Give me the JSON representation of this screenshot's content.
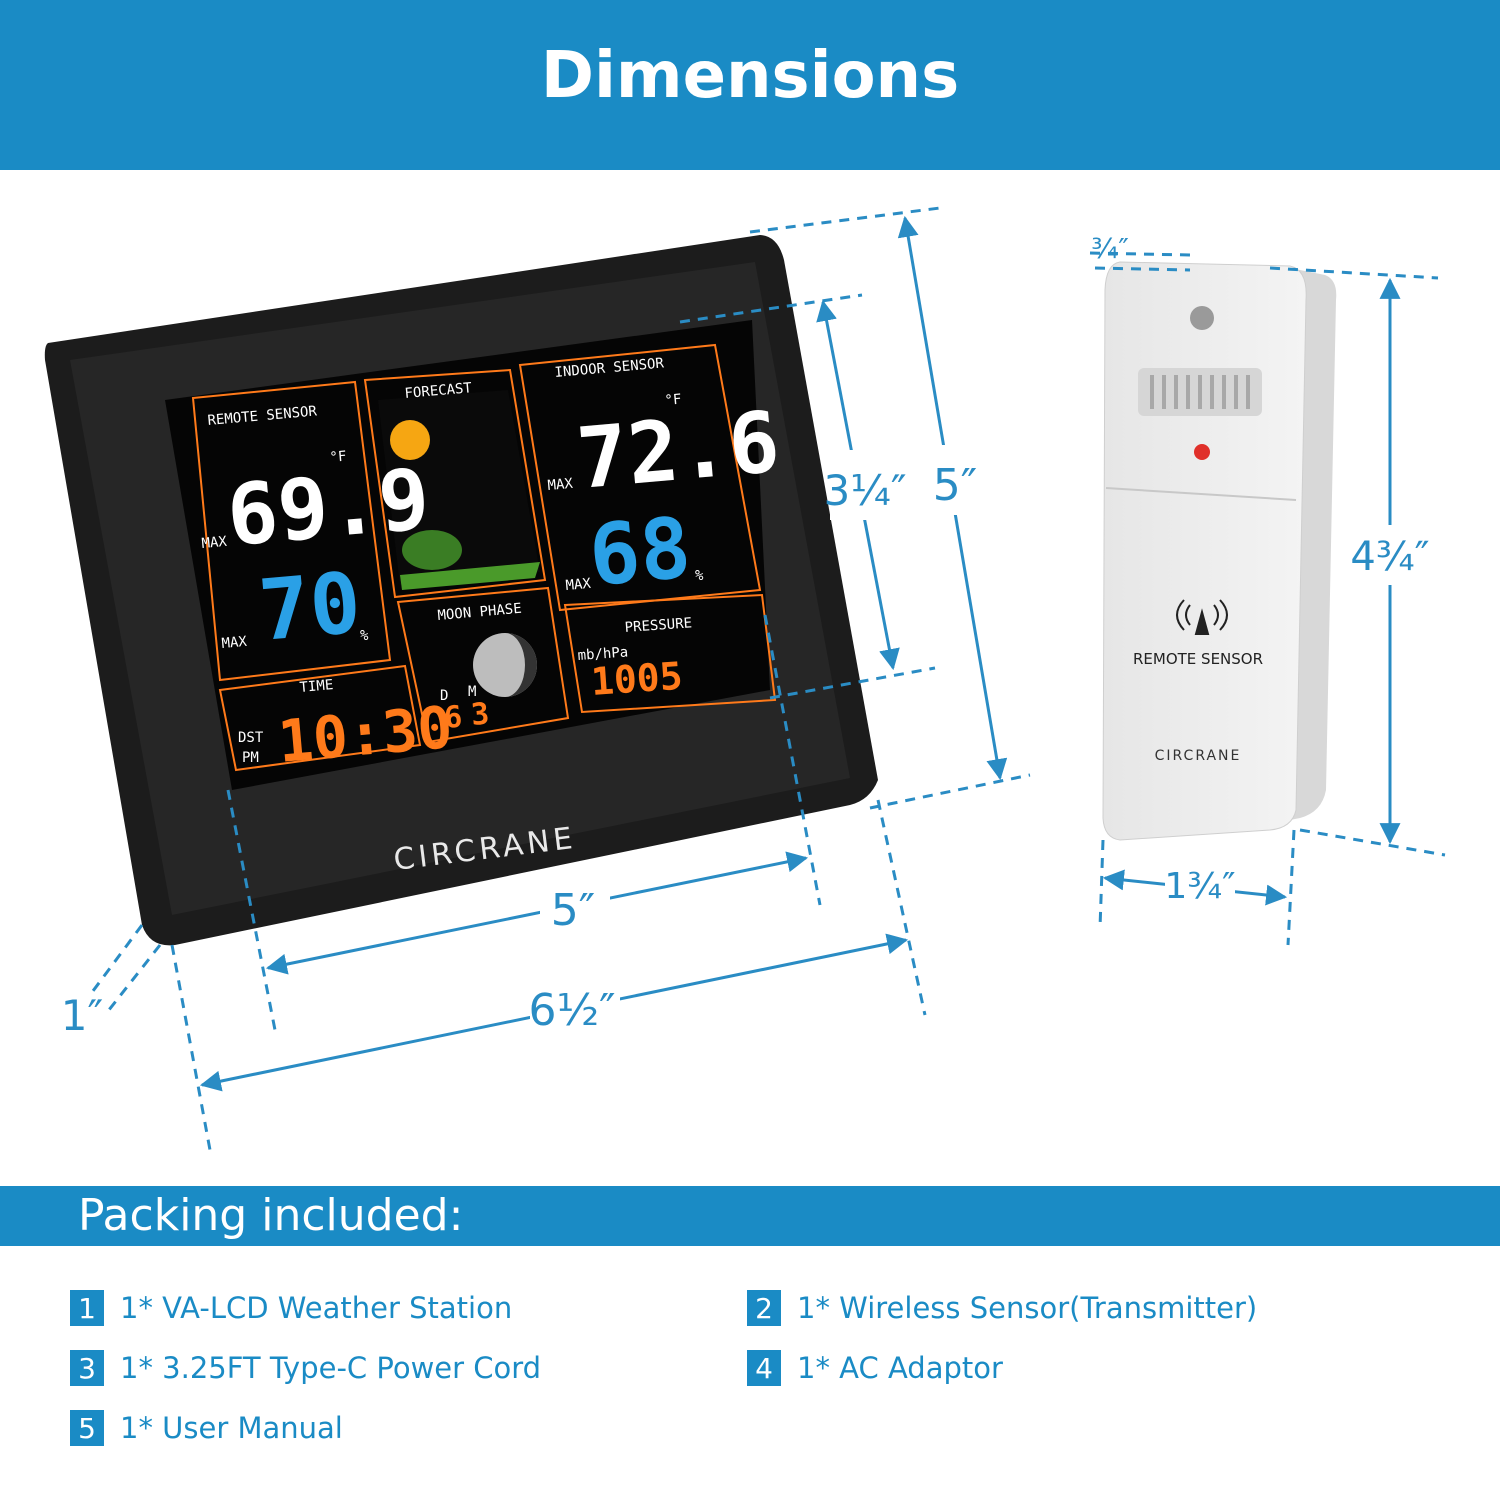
{
  "header": {
    "title": "Dimensions"
  },
  "dimensions": {
    "station_width": "5″",
    "station_total_width": "6½″",
    "station_height": "5″",
    "screen_height": "3¼″",
    "station_depth": "1″",
    "sensor_depth": "¾″",
    "sensor_height": "4¾″",
    "sensor_width": "1¾″"
  },
  "station": {
    "brand": "CIRCRANE",
    "remote_sensor_label": "REMOTE SENSOR",
    "remote_temp": "69.9",
    "remote_humidity": "70",
    "forecast_label": "FORECAST",
    "indoor_sensor_label": "INDOOR SENSOR",
    "indoor_temp": "72.6",
    "indoor_humidity": "68",
    "moon_phase_label": "MOON PHASE",
    "moon_d": "6",
    "moon_m": "3",
    "pressure_label": "PRESSURE",
    "pressure_value": "1005",
    "pressure_unit": "mb/hPa",
    "time_label": "TIME",
    "time_value": "10:30",
    "unit_f": "°F",
    "max_label": "MAX",
    "percent": "%",
    "dst_label": "DST",
    "pm_label": "PM",
    "d_label": "D",
    "m_label": "M"
  },
  "sensor": {
    "label": "REMOTE SENSOR",
    "brand": "CIRCRANE"
  },
  "packing": {
    "title": "Packing included:",
    "items": [
      {
        "num": "1",
        "text": "1* VA-LCD Weather Station"
      },
      {
        "num": "2",
        "text": "1* Wireless Sensor(Transmitter)"
      },
      {
        "num": "3",
        "text": "1* 3.25FT Type-C Power Cord"
      },
      {
        "num": "4",
        "text": "1* AC Adaptor"
      },
      {
        "num": "5",
        "text": "1* User Manual"
      }
    ]
  },
  "colors": {
    "accent": "#1a8bc5",
    "lcd_orange": "#ff7a1a",
    "lcd_blue": "#2aa0e6"
  }
}
